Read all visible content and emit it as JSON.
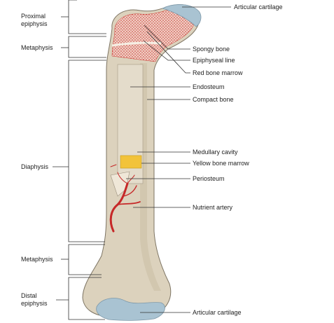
{
  "colors": {
    "bone_fill": "#dcd2bd",
    "bone_shade": "#c7bba2",
    "bone_outline": "#7d7463",
    "cartilage": "#a9c3d2",
    "spongy_bone": "#f0cfc5",
    "red_marrow_dots": "#c8342c",
    "yellow_marrow": "#f2c33a",
    "artery": "#c62828",
    "leader_line": "#333333",
    "text": "#222222"
  },
  "region_labels": {
    "proximal_epiphysis": "Proximal\nepiphysis",
    "metaphysis_top": "Metaphysis",
    "diaphysis": "Diaphysis",
    "metaphysis_bottom": "Metaphysis",
    "distal_epiphysis": "Distal\nepiphysis"
  },
  "structure_labels": {
    "articular_cartilage_top": "Articular cartilage",
    "spongy_bone": "Spongy bone",
    "epiphyseal_line": "Epiphyseal line",
    "red_bone_marrow": "Red bone marrow",
    "endosteum": "Endosteum",
    "compact_bone": "Compact bone",
    "medullary_cavity": "Medullary cavity",
    "yellow_bone_marrow": "Yellow bone marrow",
    "periosteum": "Periosteum",
    "nutrient_artery": "Nutrient artery",
    "articular_cartilage_bottom": "Articular cartilage"
  }
}
